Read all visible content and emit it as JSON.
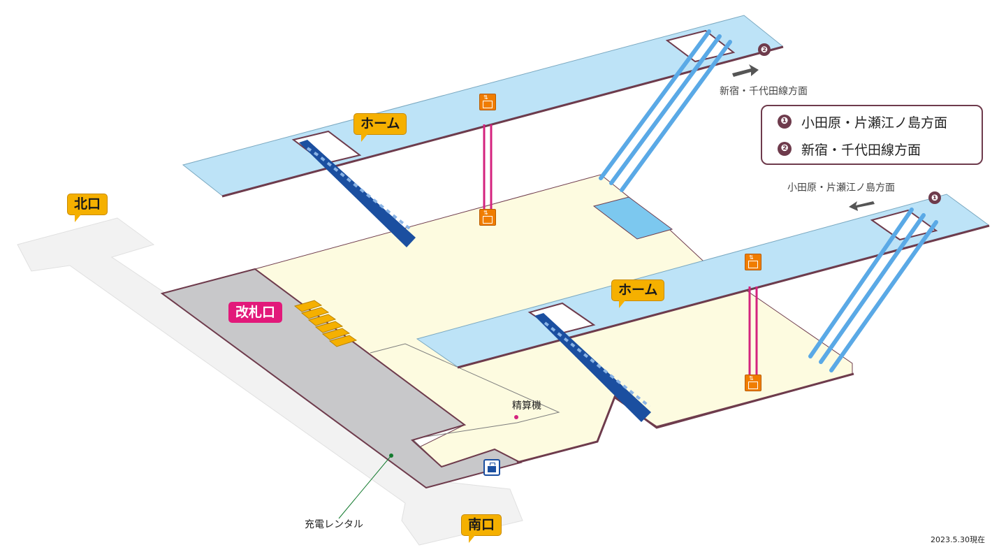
{
  "labels": {
    "north_exit": "北口",
    "south_exit": "南口",
    "platform_upper": "ホーム",
    "platform_lower": "ホーム",
    "ticket_gate": "改札口",
    "fare_adjustment": "精算機",
    "charging_rental": "充電レンタル",
    "date_note": "2023.5.30現在"
  },
  "directions": {
    "upper": {
      "badge": "❷",
      "text": "新宿・千代田線方面"
    },
    "lower": {
      "badge": "❶",
      "text": "小田原・片瀬江ノ島方面"
    }
  },
  "legend": [
    {
      "badge": "❶",
      "text": "小田原・片瀬江ノ島方面"
    },
    {
      "badge": "❷",
      "text": "新宿・千代田線方面"
    }
  ],
  "icons": {
    "elevator": "elevator-icon",
    "coin_locker": "coin-locker-icon"
  },
  "colors": {
    "platform": "#bde3f7",
    "concourse": "#fdfbe0",
    "street": "#f2f2f2",
    "gray_zone": "#c8c8ca",
    "edge": "#6e3b4c",
    "escalator": "#5aa9e6",
    "stairs": "#1b4fa0",
    "callout": "#f5b000",
    "gate_label": "#e2197a",
    "elevator": "#f07d00"
  }
}
